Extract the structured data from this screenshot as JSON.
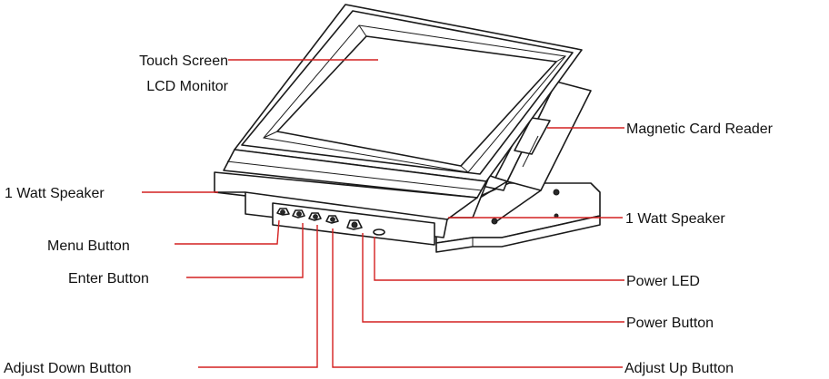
{
  "diagram": {
    "labels": {
      "touch_screen_line1": "Touch Screen",
      "touch_screen_line2": "LCD Monitor",
      "magnetic_card_reader": "Magnetic Card Reader",
      "speaker_left": "1 Watt Speaker",
      "speaker_right": "1 Watt Speaker",
      "menu_button": "Menu Button",
      "enter_button": "Enter Button",
      "power_led": "Power LED",
      "power_button": "Power Button",
      "adjust_down_button": "Adjust Down Button",
      "adjust_up_button": "Adjust Up Button"
    },
    "colors": {
      "leader_line": "#d42020",
      "outline": "#1a1a1a"
    }
  }
}
